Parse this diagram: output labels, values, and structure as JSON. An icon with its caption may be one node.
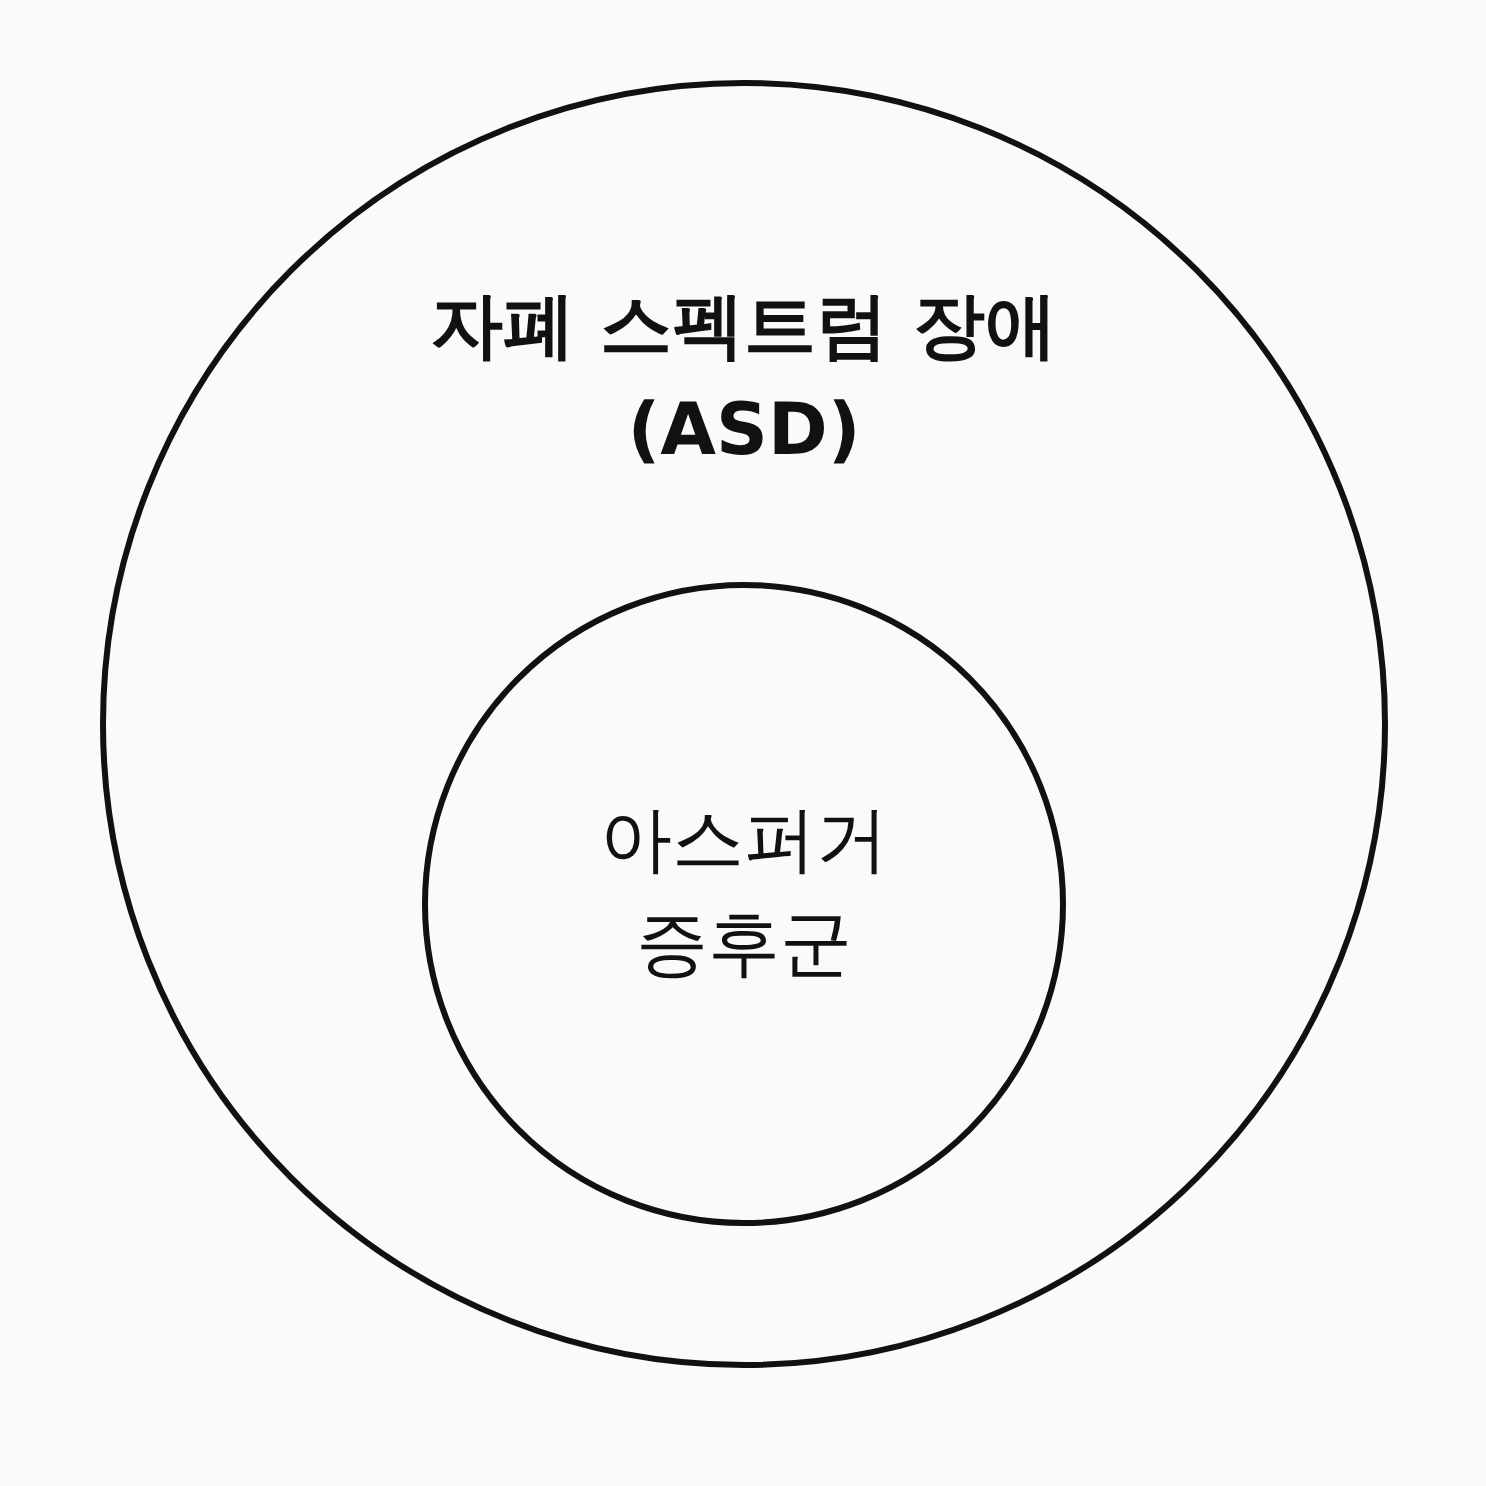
{
  "diagram": {
    "nodes": [
      {
        "text": [
          "자폐 스펙트럼 장애 (ASD)"
        ]
      },
      {
        "text": [
          "아스퍼거 증후군"
        ],
        "in": 0
      }
    ]
  }
}
